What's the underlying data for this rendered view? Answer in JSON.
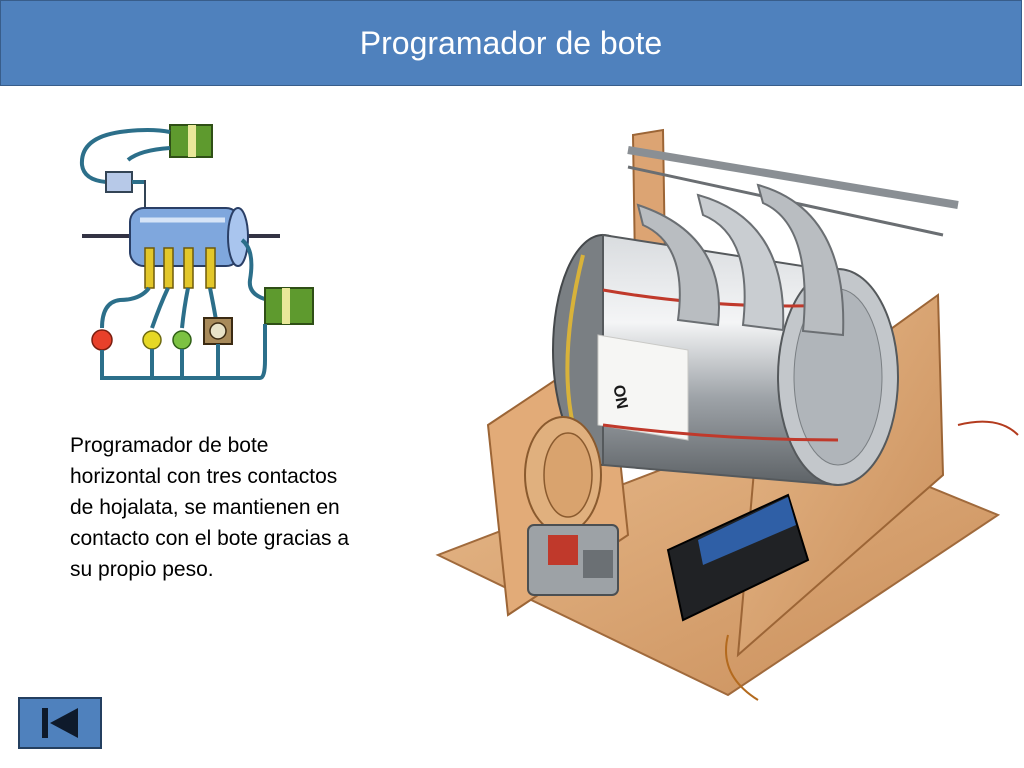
{
  "slide": {
    "title": "Programador de bote",
    "caption": "Programador de bote horizontal con tres contactos de hojalata, se mantienen en contacto con el bote gracias a su propio peso."
  },
  "diagram": {
    "icon": "programmer-schematic-illustration",
    "lamp_colors": [
      "#e8402a",
      "#e6d825",
      "#7cc242"
    ]
  },
  "photo": {
    "icon": "can-programmer-photo",
    "can_label": "ON"
  },
  "navigation": {
    "back_icon": "skip-back-icon"
  }
}
